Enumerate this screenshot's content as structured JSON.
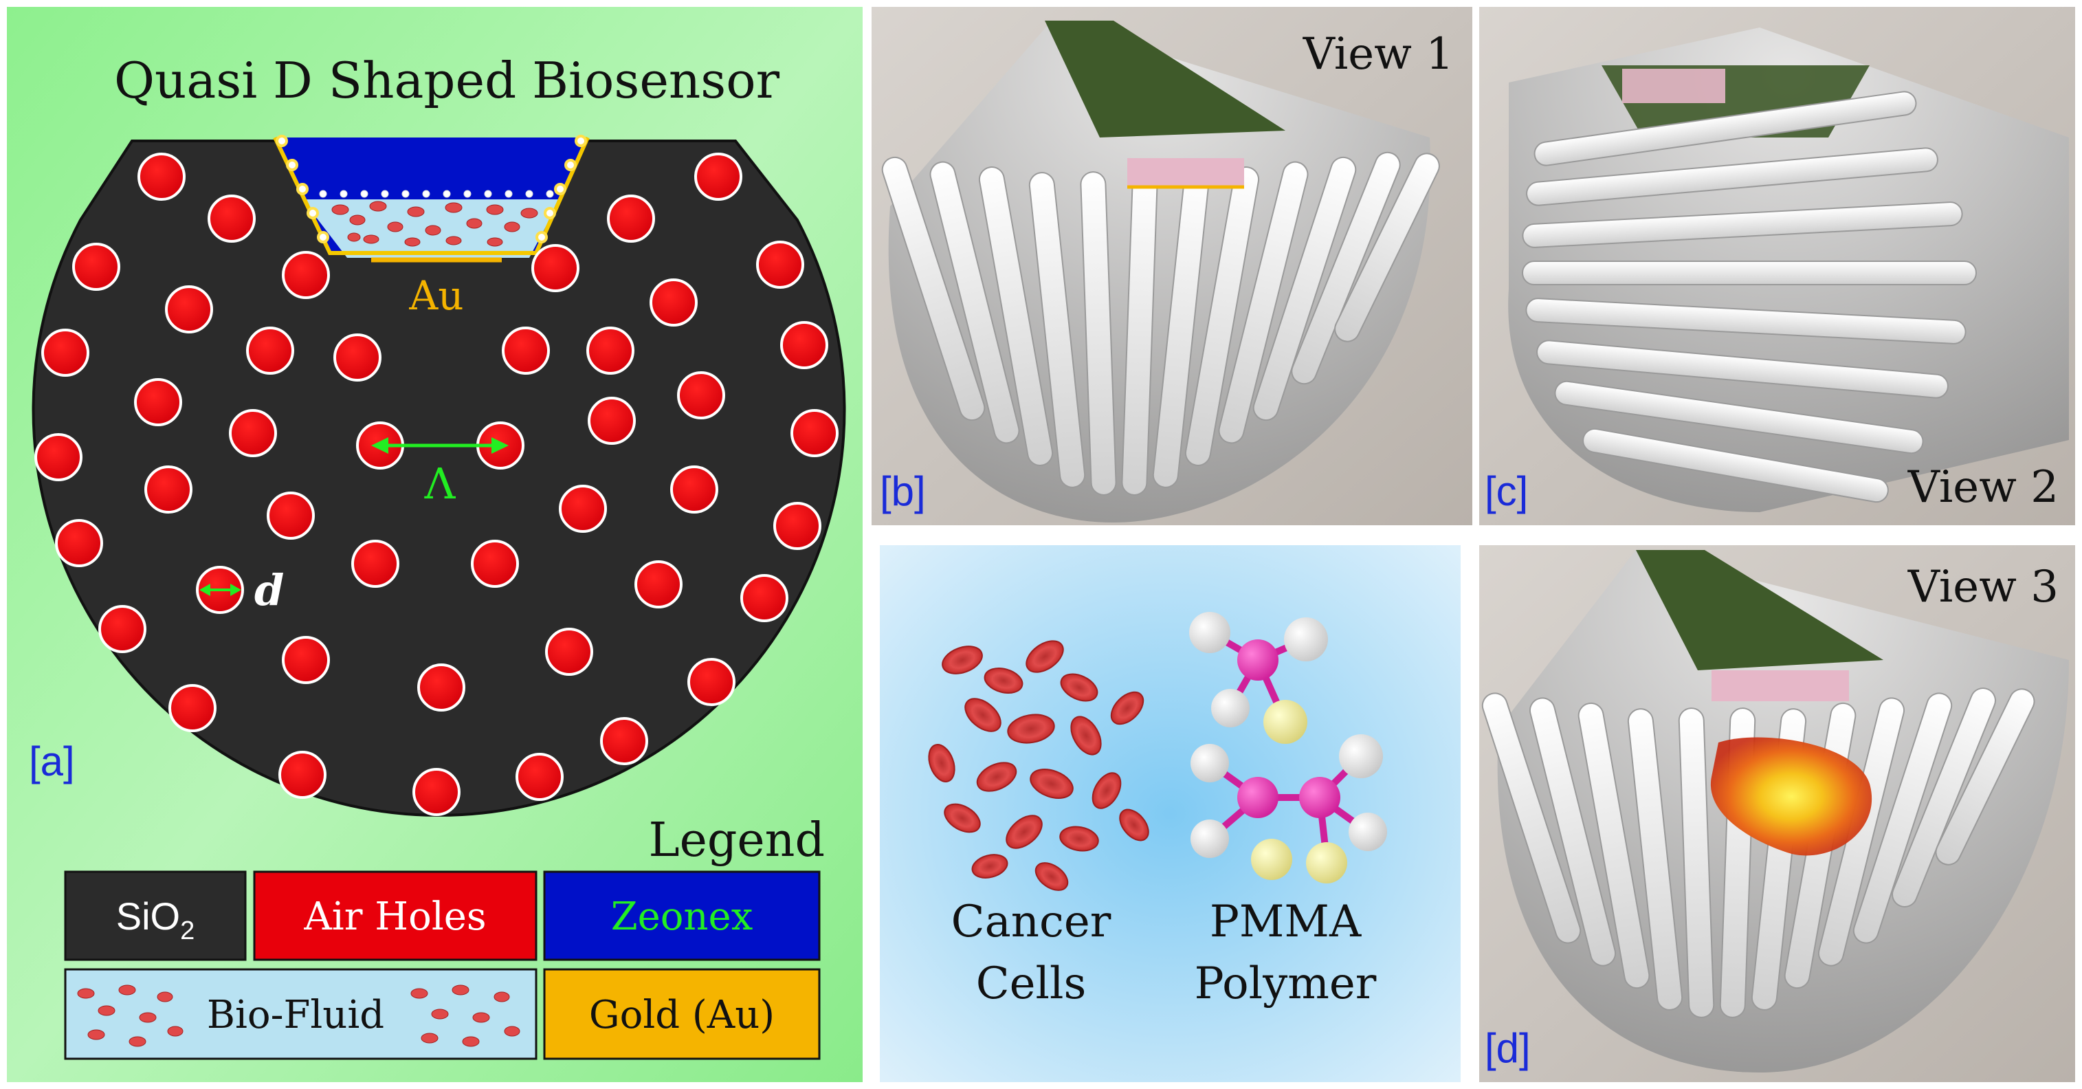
{
  "panel_a": {
    "title": "Quasi D Shaped Biosensor",
    "label": "[a]",
    "gold_label": "Au",
    "pitch_label": "Λ",
    "diameter_label": "d",
    "legend": {
      "heading": "Legend",
      "sio2_base": "SiO",
      "sio2_sub": "2",
      "air_holes": "Air Holes",
      "zeonex": "Zeonex",
      "bio_fluid": "Bio-Fluid",
      "gold": "Gold (Au)"
    }
  },
  "panel_b": {
    "label": "[b]",
    "view": "View 1"
  },
  "panel_c": {
    "label": "[c]",
    "view": "View 2"
  },
  "panel_d": {
    "label": "[d]",
    "view": "View 3"
  },
  "panel_e": {
    "cells_line1": "Cancer",
    "cells_line2": "Cells",
    "polymer_line1": "PMMA",
    "polymer_line2": "Polymer"
  },
  "colors": {
    "sio2": "#2b2b2b",
    "air_hole": "#e8000b",
    "zeonex": "#0010c8",
    "zeonex_text": "#22ee22",
    "bio_fluid": "#b8e2f2",
    "gold": "#f5b400",
    "label_blue": "#1a2bd8",
    "panel_a_bg": "#a8f0a8"
  }
}
